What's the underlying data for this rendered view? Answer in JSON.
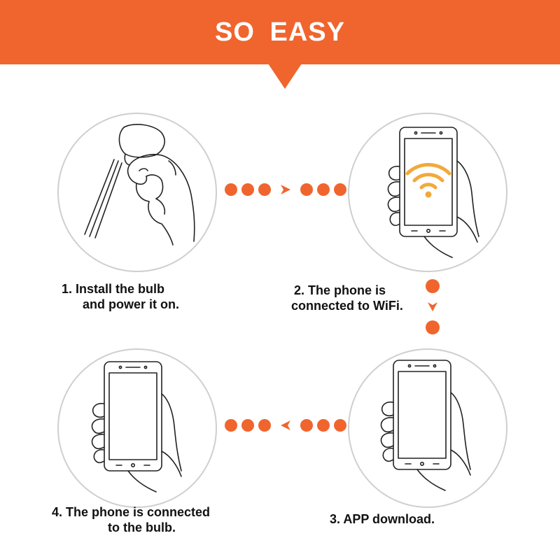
{
  "header": {
    "title": "SO  EASY"
  },
  "colors": {
    "accent": "#f0652e",
    "wifi": "#f2a93b",
    "line": "#222222",
    "circle_border": "#cfcfcf"
  },
  "steps": [
    {
      "line1": "1.  Install the bulb",
      "line2": "and power it on.",
      "icon": "hand-holding-bulb-icon"
    },
    {
      "line1": "2.  The phone is",
      "line2": "connected to WiFi.",
      "icon": "phone-wifi-icon"
    },
    {
      "line1": "3.  APP download.",
      "icon": "phone-in-hand-icon"
    },
    {
      "line1": "4.  The phone is connected",
      "line2": "to the bulb.",
      "icon": "phone-in-hand-icon"
    }
  ],
  "connectors": [
    {
      "direction": "right",
      "icon": "dots-arrow-right-icon"
    },
    {
      "direction": "down",
      "icon": "dots-arrow-down-icon"
    },
    {
      "direction": "left",
      "icon": "dots-arrow-left-icon"
    }
  ]
}
